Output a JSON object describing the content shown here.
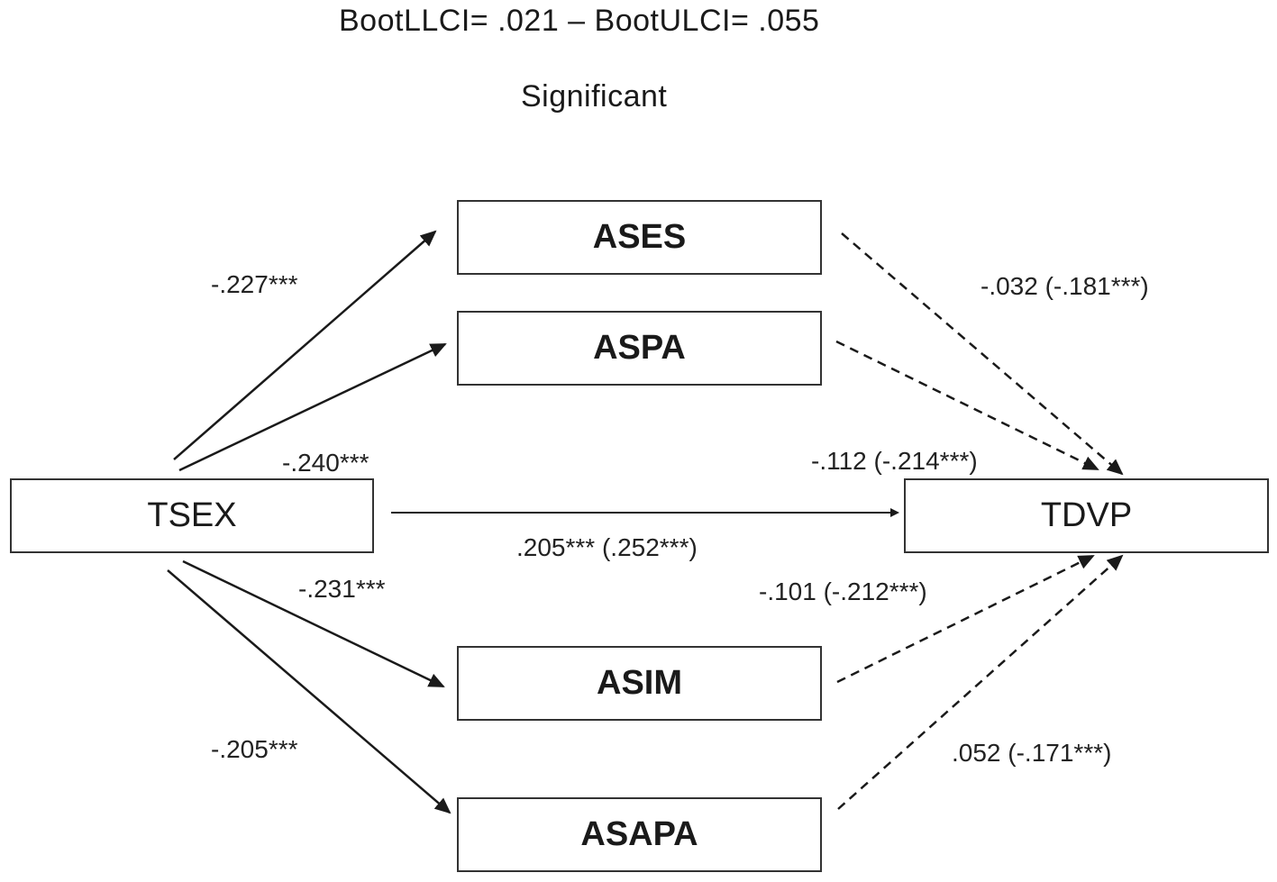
{
  "header": {
    "ci": "BootLLCI= .021 – BootULCI= .055",
    "significance": "Significant"
  },
  "nodes": {
    "predictor": "TSEX",
    "outcome": "TDVP",
    "mediators": [
      "ASES",
      "ASPA",
      "ASIM",
      "ASAPA"
    ]
  },
  "paths": {
    "a_ases": "-.227***",
    "a_aspa": "-.240***",
    "a_asim": "-.231***",
    "a_asapa": "-.205***",
    "b_ases": "-.032 (-.181***)",
    "b_aspa": "-.112 (-.214***)",
    "b_asim": "-.101 (-.212***)",
    "b_asapa": ".052 (-.171***)",
    "c_direct": ".205*** (.252***)"
  },
  "colors": {
    "line": "#1a1a1a",
    "box_border": "#333333"
  }
}
